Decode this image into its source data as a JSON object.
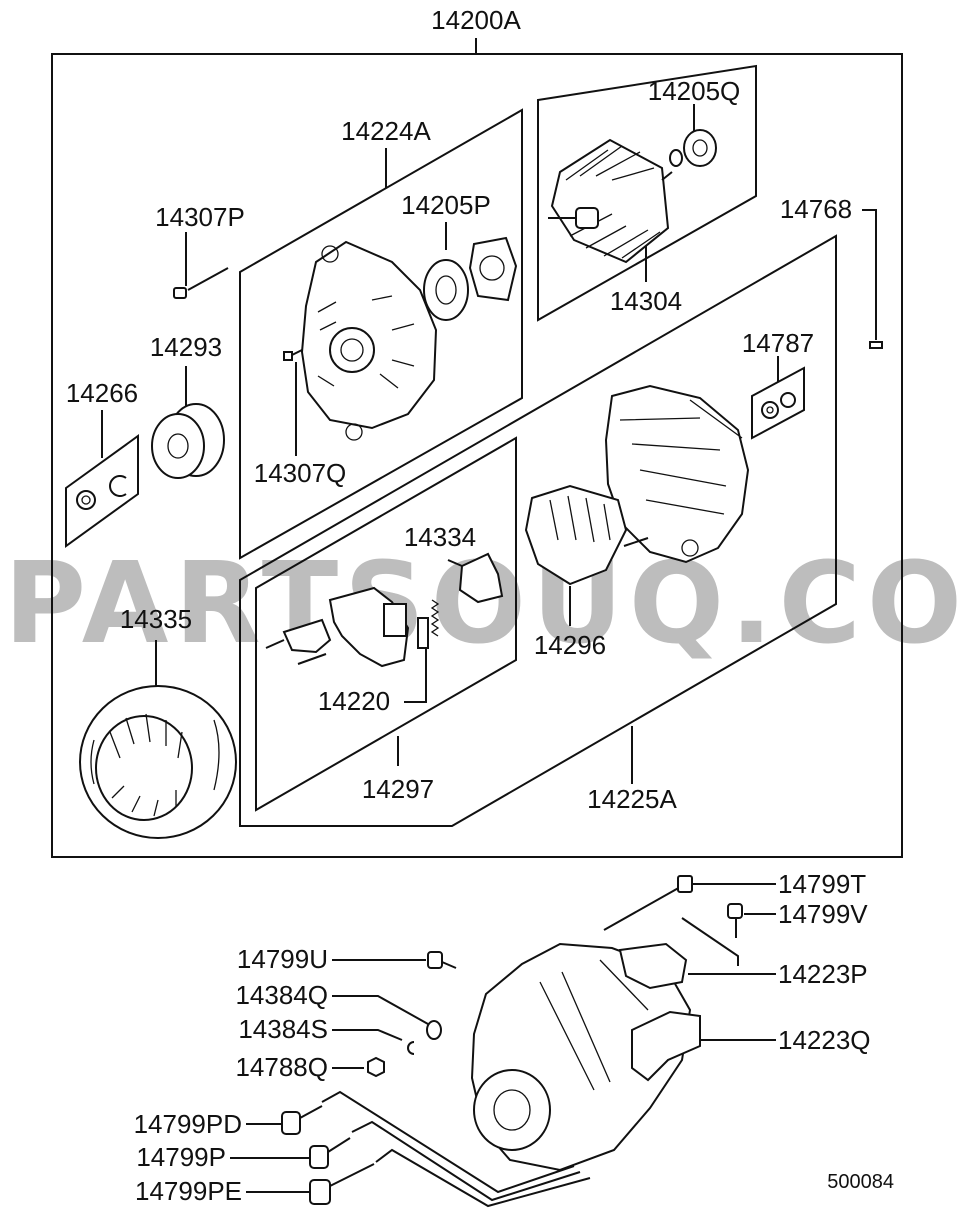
{
  "diagram": {
    "assembly_label": "14200A",
    "watermark": "PARTSOUQ.COM",
    "drawing_number": "500084",
    "labels": {
      "p14224A": "14224A",
      "p14205Q": "14205Q",
      "p14205P": "14205P",
      "p14307P": "14307P",
      "p14768": "14768",
      "p14304": "14304",
      "p14293": "14293",
      "p14266": "14266",
      "p14787": "14787",
      "p14307Q": "14307Q",
      "p14334": "14334",
      "p14335": "14335",
      "p14296": "14296",
      "p14220": "14220",
      "p14297": "14297",
      "p14225A": "14225A",
      "p14799T": "14799T",
      "p14799V": "14799V",
      "p14799U": "14799U",
      "p14223P": "14223P",
      "p14384Q": "14384Q",
      "p14223Q": "14223Q",
      "p14384S": "14384S",
      "p14788Q": "14788Q",
      "p14799PD": "14799PD",
      "p14799P": "14799P",
      "p14799PE": "14799PE"
    }
  }
}
